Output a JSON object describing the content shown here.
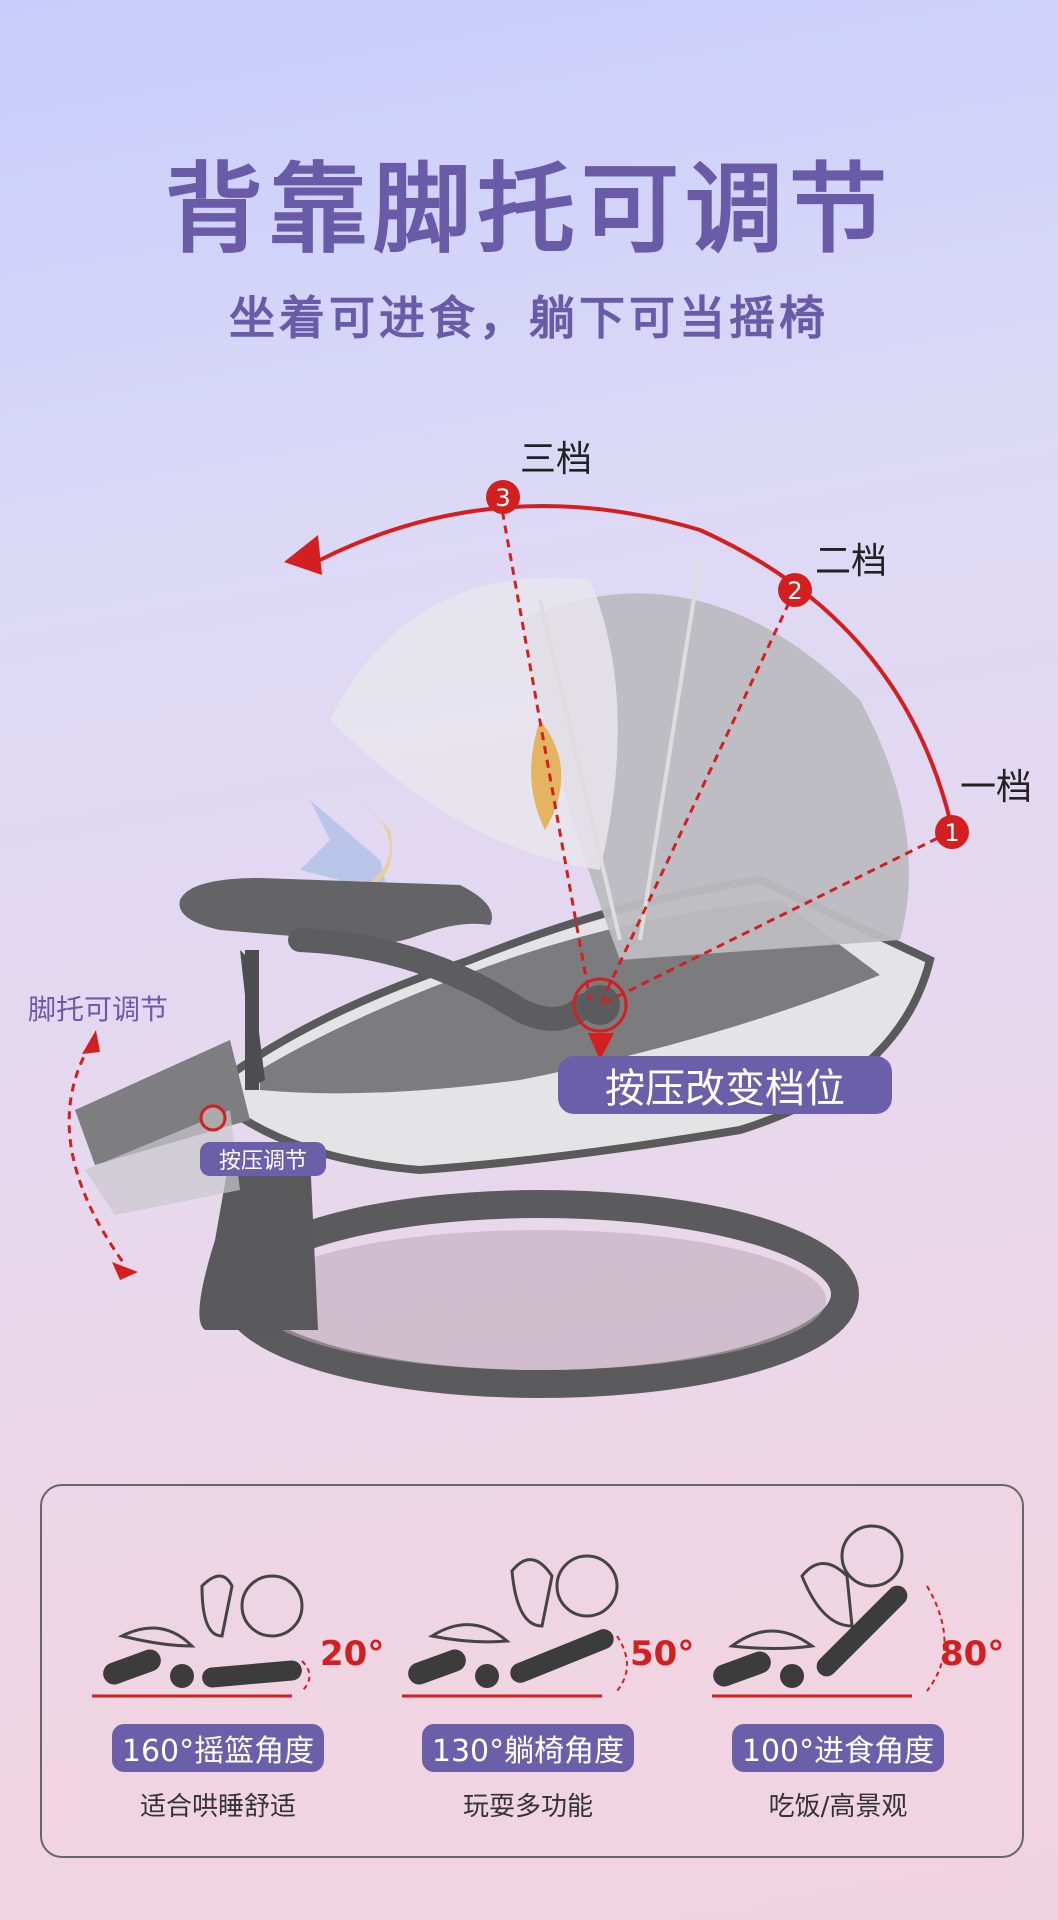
{
  "header": {
    "title": "背靠脚托可调节",
    "subtitle": "坐着可进食，躺下可当摇椅"
  },
  "gears": {
    "third": "三档",
    "second": "二档",
    "first": "一档",
    "num3": "3",
    "num2": "2",
    "num1": "1"
  },
  "labels": {
    "press_change": "按压改变档位",
    "press_adjust": "按压调节",
    "footrest": "脚托可调节"
  },
  "modes": [
    {
      "angle": "20°",
      "badge": "160°摇篮角度",
      "desc": "适合哄睡舒适"
    },
    {
      "angle": "50°",
      "badge": "130°躺椅角度",
      "desc": "玩耍多功能"
    },
    {
      "angle": "80°",
      "badge": "100°进食角度",
      "desc": "吃饭/高景观"
    }
  ],
  "colors": {
    "accent": "#6c5fa9",
    "red": "#d31f1f",
    "frame": "#5a5a5a"
  }
}
